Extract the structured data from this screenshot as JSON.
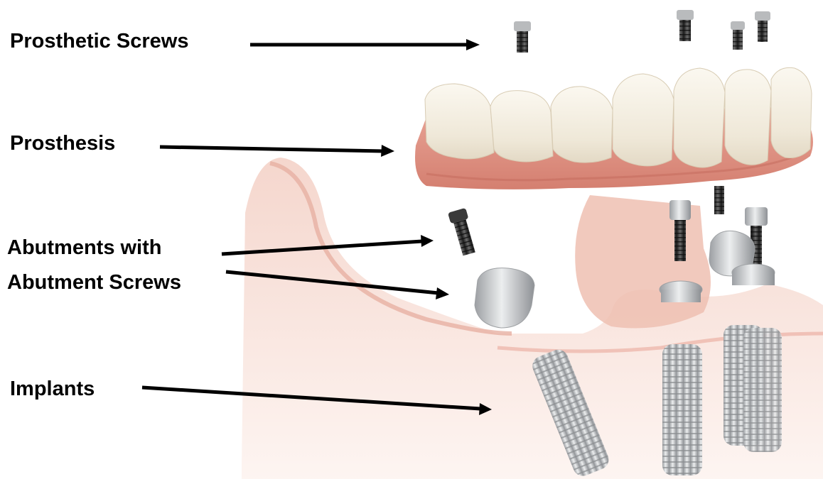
{
  "labels": {
    "prosthetic_screws": "Prosthetic Screws",
    "prosthesis": "Prosthesis",
    "abutments_line1": "Abutments with",
    "abutments_line2": "Abutment Screws",
    "implants": "Implants"
  },
  "colors": {
    "background": "#ffffff",
    "label_text": "#000000",
    "arrow": "#000000",
    "gum": "#e39a8c",
    "tooth": "#f4efe3",
    "bone": "#f6d9cf",
    "metal": "#c9cbcd",
    "screw": "#3a3a3a"
  }
}
